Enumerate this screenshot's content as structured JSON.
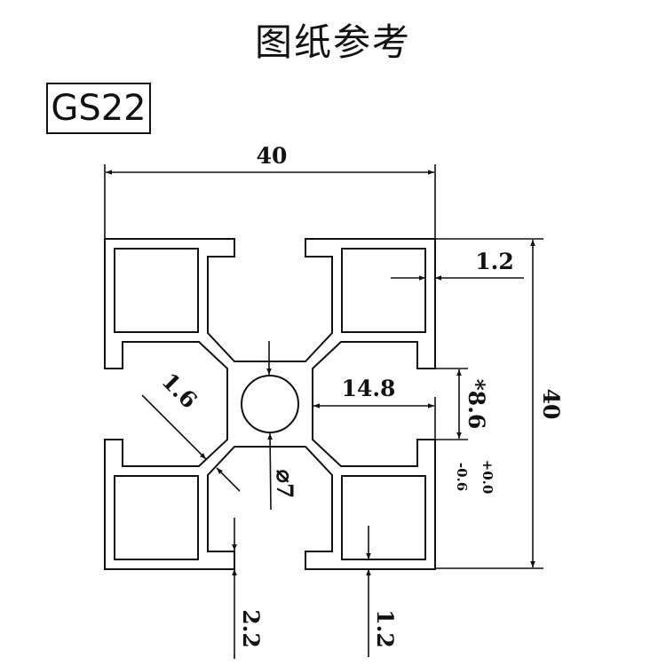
{
  "title": "图纸参考",
  "model": "GS22",
  "dimensions": {
    "width": "40",
    "height": "40",
    "wall_top": "1.2",
    "slot_width": "*8.6",
    "slot_tol_plus": "+0.0",
    "slot_tol_minus": "-0.6",
    "slot_depth": "14.8",
    "web": "1.6",
    "hole": "⌀7",
    "lip": "2.2",
    "wall_bottom": "1.2"
  }
}
